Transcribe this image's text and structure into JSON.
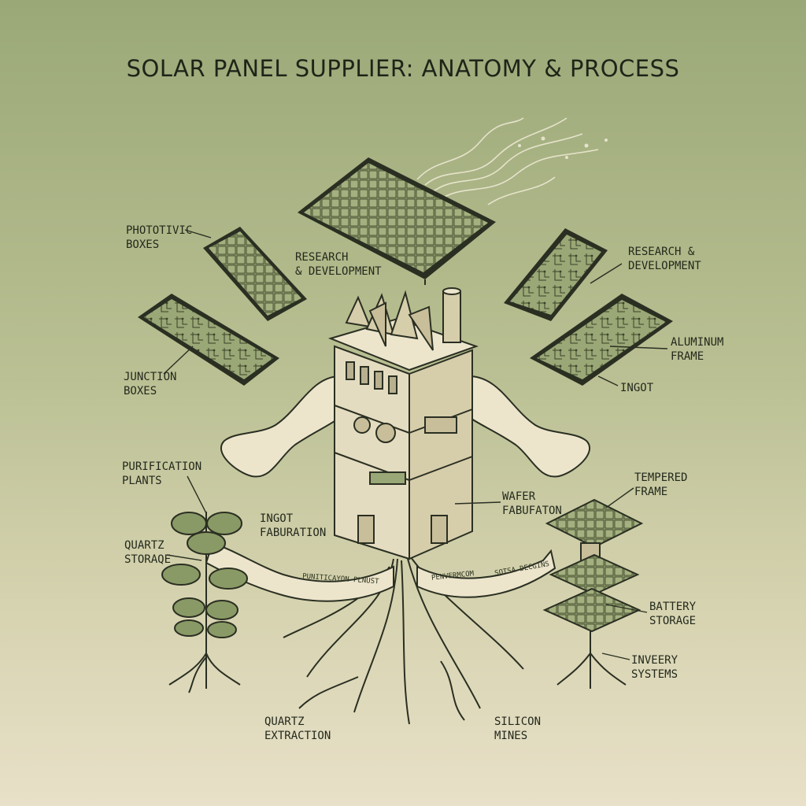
{
  "title": "SOLAR PANEL SUPPLIER: ANATOMY & PROCESS",
  "labels": {
    "photovoltaic": "PHOTOTIVIC\nBOXES",
    "rnd_left": "RESEARCH\n& DEVELOPMENT",
    "rnd_right": "RESEARCH &\nDEVELOPMENT",
    "aluminum": "ALUMINUM\nFRAME",
    "ingot": "INGOT",
    "junction": "JUNCTION\nBOXES",
    "purification": "PURIFICATION\nPLANTS",
    "ingot_fab": "INGOT\nFABURATION",
    "quartz_storage": "QUARTZ\nSTORAQE",
    "wafer": "WAFER\nFABUFATON",
    "tempered": "TEMPERED\nFRAME",
    "battery": "BATTERY\nSTORAGE",
    "inveery": "INVEERY\nSYSTEMS",
    "quartz_extraction": "QUARTZ\nEXTRACTION",
    "silicon": "SILICON\nMINES"
  },
  "pipe_labels": {
    "left": "PUNITICAYON PLNUST",
    "middle": "PENVERMCOM",
    "right": "SOTSA DECGINS"
  },
  "colors": {
    "ink": "#2a2f22",
    "panel": "#8c9a6a",
    "paper": "#e9e2c8",
    "leaf": "#8a9a66"
  }
}
